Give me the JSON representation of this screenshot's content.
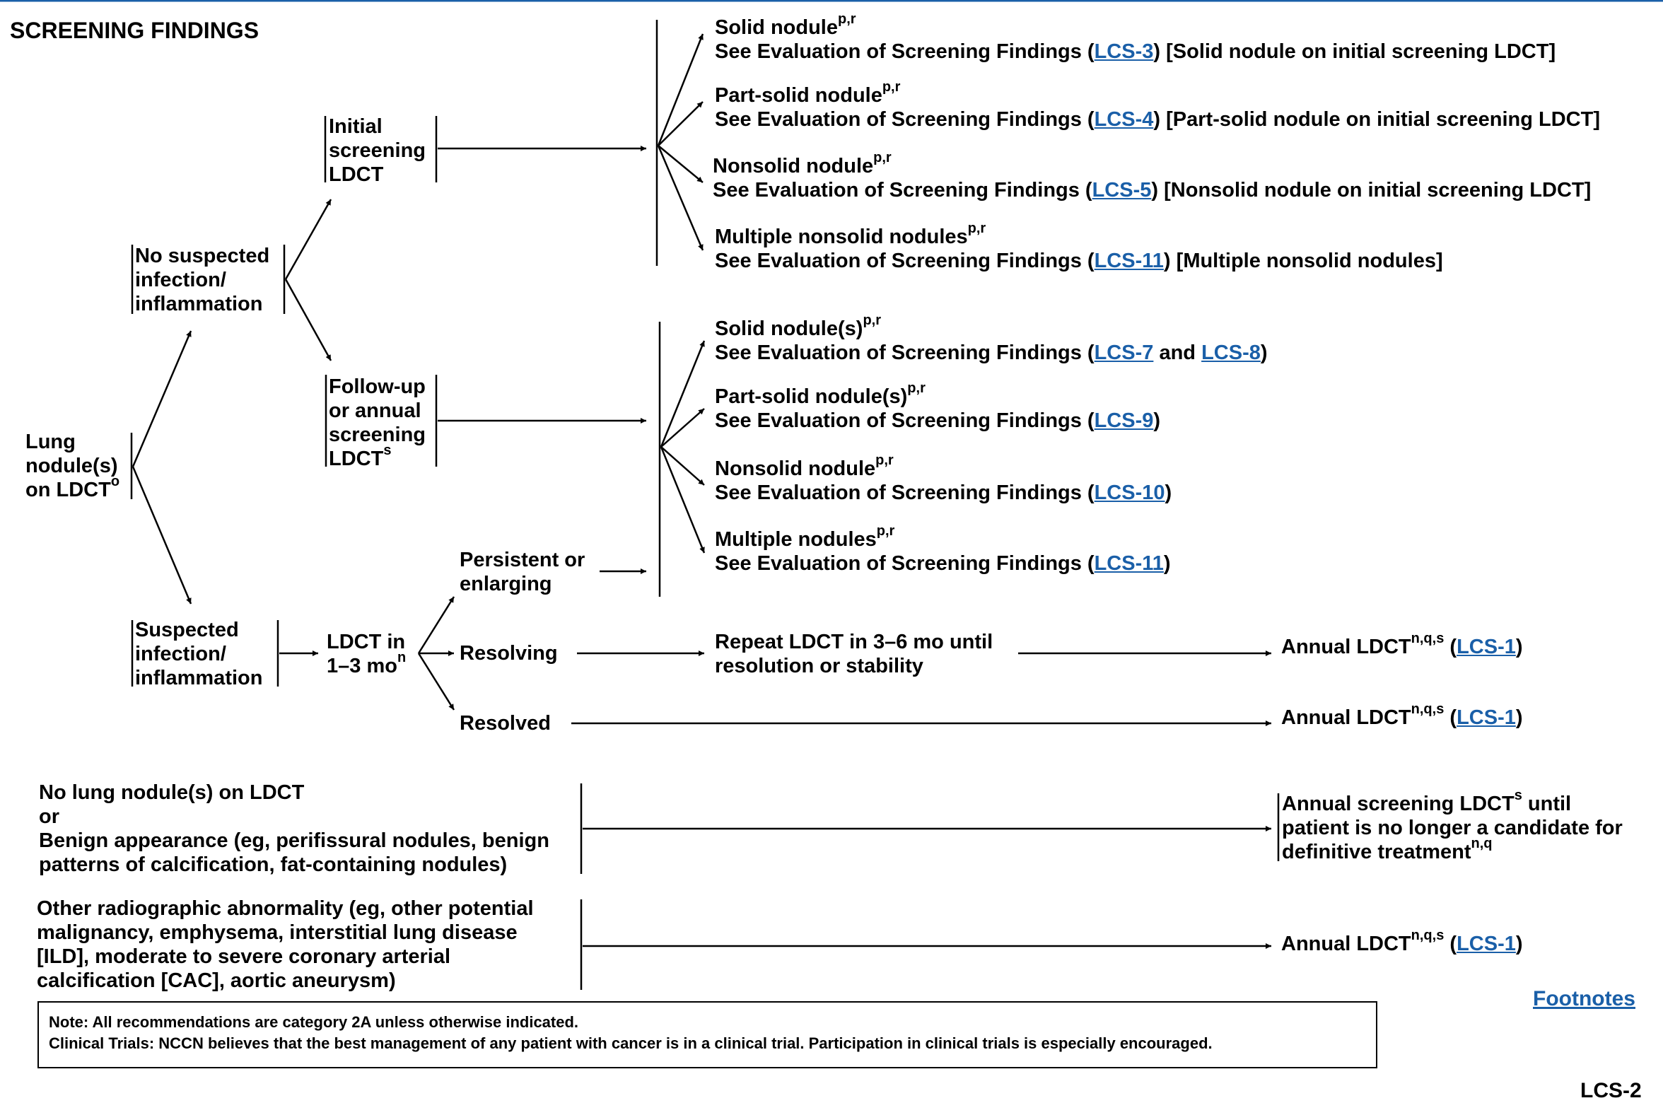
{
  "title": "SCREENING FINDINGS",
  "colors": {
    "link": "#1a5fa8",
    "line": "#000000",
    "header_rule": "#1a5fa8"
  },
  "root": {
    "line1": "Lung",
    "line2": "nodule(s)",
    "line3": "on LDCT",
    "sup": "o"
  },
  "no_infection": {
    "line1": "No suspected",
    "line2": "infection/",
    "line3": "inflammation"
  },
  "suspected_infection": {
    "line1": "Suspected",
    "line2": "infection/",
    "line3": "inflammation"
  },
  "initial": {
    "line1": "Initial",
    "line2": "screening",
    "line3": "LDCT"
  },
  "followup": {
    "line1": "Follow-up",
    "line2": "or annual",
    "line3": "screening",
    "line4": "LDCT",
    "sup": "s"
  },
  "common": {
    "see_eval_prefix": "See Evaluation of Screening Findings (",
    "close_paren": ")",
    "sup_pr": "p,r",
    "sup_nqs": "n,q,s",
    "and": "and",
    "annual_ldct": "Annual LDCT",
    "open_paren": "("
  },
  "initial_findings": [
    {
      "name": "Solid nodule",
      "link": "LCS-3",
      "tail": "[Solid nodule on initial screening LDCT]"
    },
    {
      "name": "Part-solid nodule",
      "link": "LCS-4",
      "tail": "[Part-solid nodule on initial screening LDCT]"
    },
    {
      "name": "Nonsolid nodule",
      "link": "LCS-5",
      "tail": "[Nonsolid nodule on initial screening LDCT]"
    },
    {
      "name": "Multiple nonsolid nodules",
      "link": "LCS-11",
      "tail": "[Multiple nonsolid nodules]"
    }
  ],
  "followup_findings": [
    {
      "name": "Solid nodule(s)",
      "link": "LCS-7",
      "link2": "LCS-8"
    },
    {
      "name": "Part-solid nodule(s)",
      "link": "LCS-9"
    },
    {
      "name": "Nonsolid nodule",
      "link": "LCS-10"
    },
    {
      "name": "Multiple nodules",
      "link": "LCS-11"
    }
  ],
  "ldct_interval": {
    "line1": "LDCT in",
    "line2": "1–3 mo",
    "sup": "n"
  },
  "persistent": {
    "line1": "Persistent or",
    "line2": "enlarging"
  },
  "resolving": "Resolving",
  "resolved": "Resolved",
  "repeat": {
    "line1": "Repeat LDCT in 3–6 mo until",
    "line2": "resolution or stability"
  },
  "annual_link": "LCS-1",
  "no_nodule": {
    "line1": "No lung nodule(s) on LDCT",
    "line2": "or",
    "line3": "Benign appearance (eg, perifissural nodules, benign",
    "line4": "patterns of calcification, fat-containing nodules)"
  },
  "annual_screening": {
    "line1": "Annual screening LDCT",
    "line1_sup": "s",
    "line1_tail": " until",
    "line2": "patient is no longer a candidate for",
    "line3": "definitive treatment",
    "line3_sup": "n,q"
  },
  "other_abnormality": {
    "line1": "Other radiographic abnormality (eg, other potential",
    "line2": "malignancy, emphysema, interstitial lung disease",
    "line3": "[ILD], moderate to severe coronary arterial",
    "line4": "calcification [CAC], aortic aneurysm)"
  },
  "footnotes_link": "Footnotes",
  "note_line1": "Note: All recommendations are category 2A unless otherwise indicated.",
  "note_line2": "Clinical Trials: NCCN believes that the best management of any patient with cancer is in a clinical trial. Participation in clinical trials is especially encouraged.",
  "page_id": "LCS-2"
}
